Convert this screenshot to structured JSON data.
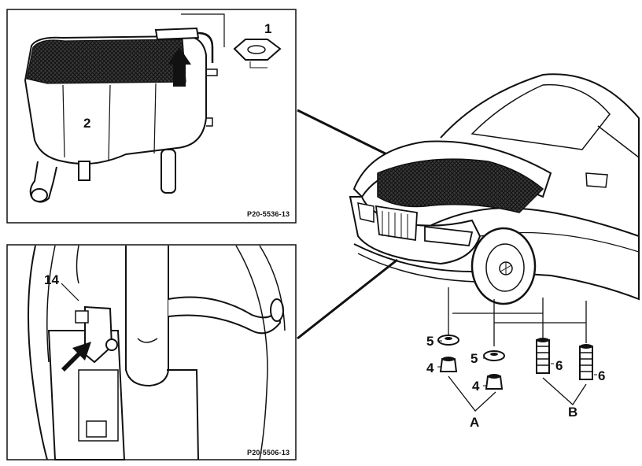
{
  "top_inset": {
    "callouts": {
      "cap": "1",
      "reservoir": "2"
    },
    "figure_code": "P20-5536-13"
  },
  "bottom_inset": {
    "callouts": {
      "clip": "14"
    },
    "figure_code": "P20-5506-13"
  },
  "parts": {
    "washer_a_top": "5",
    "bushing_a_top": "4",
    "washer_a_bottom": "5",
    "bushing_a_bottom": "4",
    "spring_b_left": "6",
    "spring_b_right": "6",
    "group_a": "A",
    "group_b": "B"
  },
  "colors": {
    "ink": "#111111",
    "paper": "#ffffff",
    "hatch": "#2a2a2a"
  }
}
